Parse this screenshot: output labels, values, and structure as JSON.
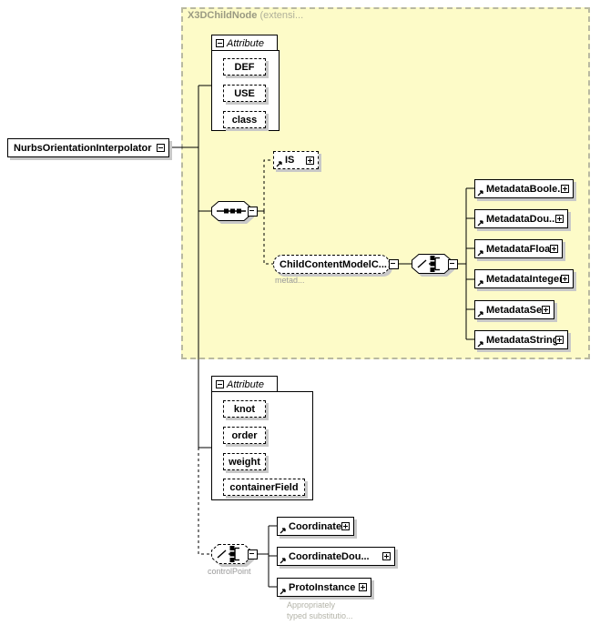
{
  "diagram": {
    "type": "xml-schema-element-diagram",
    "root_element": {
      "name": "NurbsOrientationInterpolator",
      "collapse_marker": "minus"
    },
    "extension_region": {
      "base_type": "X3DChildNode",
      "annotation": "(extensi...",
      "background_color": "#fdfbc8",
      "border_color": "#b9b9a0"
    },
    "inherited_attribute_group": {
      "label": "Attribute",
      "collapse_marker": "minus",
      "attributes": [
        {
          "name": "DEF",
          "optional": true
        },
        {
          "name": "USE",
          "optional": true
        },
        {
          "name": "class",
          "optional": true
        }
      ]
    },
    "inherited_sequence": {
      "compositor": "sequence",
      "icon": "sequence-icon",
      "collapse_marker": "minus",
      "children": [
        {
          "name": "IS",
          "kind": "element-ref",
          "marker": "plus",
          "optional": true
        },
        {
          "name": "ChildContentModelC...",
          "kind": "group-ref",
          "caption": "metad...",
          "marker": "minus",
          "optional": true
        }
      ]
    },
    "metadata_choice": {
      "compositor": "choice",
      "icon": "choice-icon",
      "collapse_marker": "minus",
      "options": [
        {
          "name": "MetadataBoole...",
          "marker": "plus"
        },
        {
          "name": "MetadataDou...",
          "marker": "plus"
        },
        {
          "name": "MetadataFloat",
          "marker": "plus"
        },
        {
          "name": "MetadataInteger",
          "marker": "plus"
        },
        {
          "name": "MetadataSet",
          "marker": "plus"
        },
        {
          "name": "MetadataString",
          "marker": "plus"
        }
      ]
    },
    "own_attribute_group": {
      "label": "Attribute",
      "collapse_marker": "minus",
      "attributes": [
        {
          "name": "knot",
          "optional": true
        },
        {
          "name": "order",
          "optional": true
        },
        {
          "name": "weight",
          "optional": true
        },
        {
          "name": "containerField",
          "optional": true
        }
      ]
    },
    "control_point_choice": {
      "compositor": "choice",
      "icon": "choice-icon",
      "caption": "controlPoint",
      "collapse_marker": "minus",
      "optional": true,
      "options": [
        {
          "name": "Coordinate",
          "marker": "plus"
        },
        {
          "name": "CoordinateDou...",
          "marker": "plus"
        },
        {
          "name": "ProtoInstance",
          "marker": "plus",
          "caption": "Appropriately\ntyped substitutio..."
        }
      ],
      "footnote_line1": "Appropriately",
      "footnote_line2": "typed substitutio..."
    }
  }
}
